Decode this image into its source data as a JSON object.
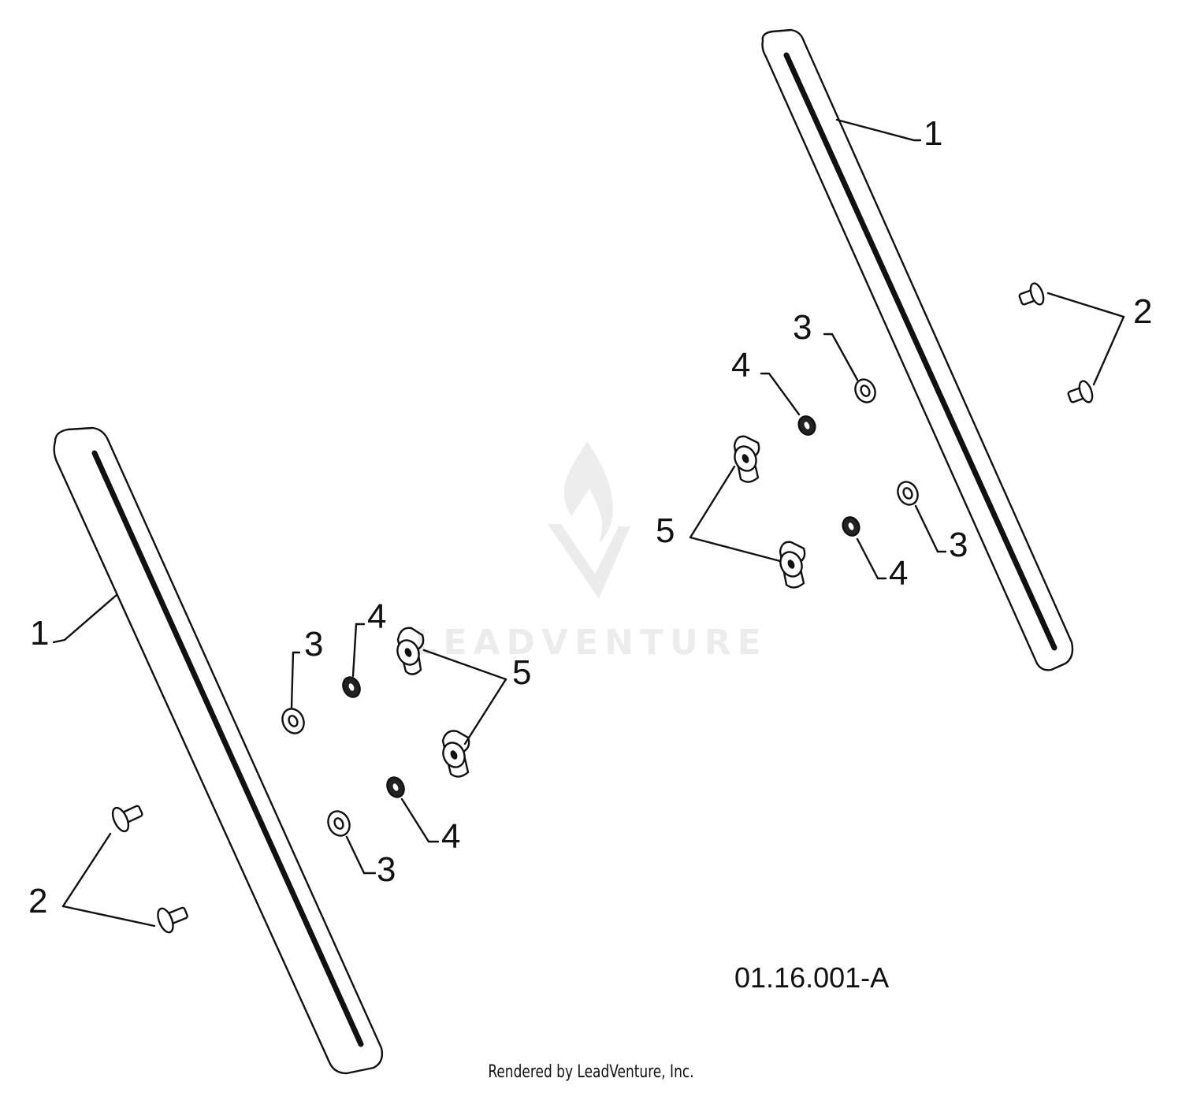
{
  "drawing_number": "01.16.001-A",
  "footer": "Rendered by LeadVenture, Inc.",
  "watermark": "LEADVENTURE",
  "callouts": {
    "rail": "1",
    "bolt": "2",
    "washer": "3",
    "nut": "4",
    "wing_nut": "5"
  },
  "icons": {
    "watermark_logo": "flame-v-logo-icon"
  }
}
